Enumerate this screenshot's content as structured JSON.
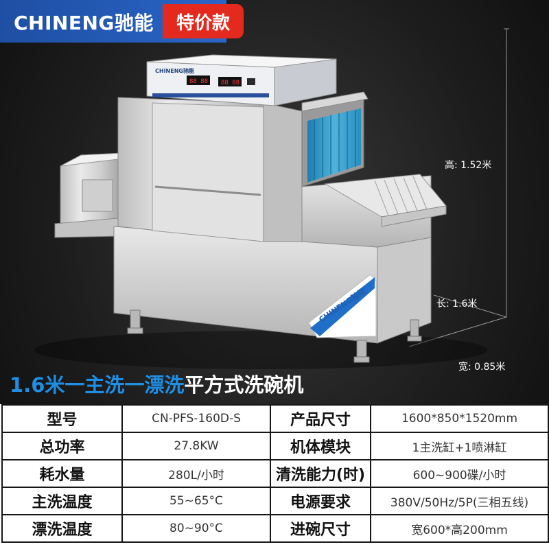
{
  "header": {
    "brand": "CHINENG驰能",
    "promo": "特价款"
  },
  "machine_panel": {
    "brand": "CHINENG驰能",
    "display_left": "88 88",
    "display_right": "88 88",
    "sticker_brand": "CHINENG驰能"
  },
  "dimensions": {
    "height": "高: 1.52米",
    "length": "长: 1.6米",
    "width": "宽: 0.85米"
  },
  "title": {
    "highlight": "1.6米一主洗一漂洗",
    "rest": "平方式洗碗机"
  },
  "specs": [
    {
      "k1": "型号",
      "v1": "CN-PFS-160D-S",
      "k2": "产品尺寸",
      "v2": "1600*850*1520mm"
    },
    {
      "k1": "总功率",
      "v1": "27.8KW",
      "k2": "机体模块",
      "v2": "1主洗缸+1喷淋缸"
    },
    {
      "k1": "耗水量",
      "v1": "280L/小时",
      "k2": "清洗能力(时)",
      "v2": "600~900碟/小时"
    },
    {
      "k1": "主洗温度",
      "v1": "55~65°C",
      "k2": "电源要求",
      "v2": "380V/50Hz/5P(三相五线)"
    },
    {
      "k1": "漂洗温度",
      "v1": "80~90°C",
      "k2": "进碗尺寸",
      "v2": "宽600*高200mm"
    }
  ]
}
